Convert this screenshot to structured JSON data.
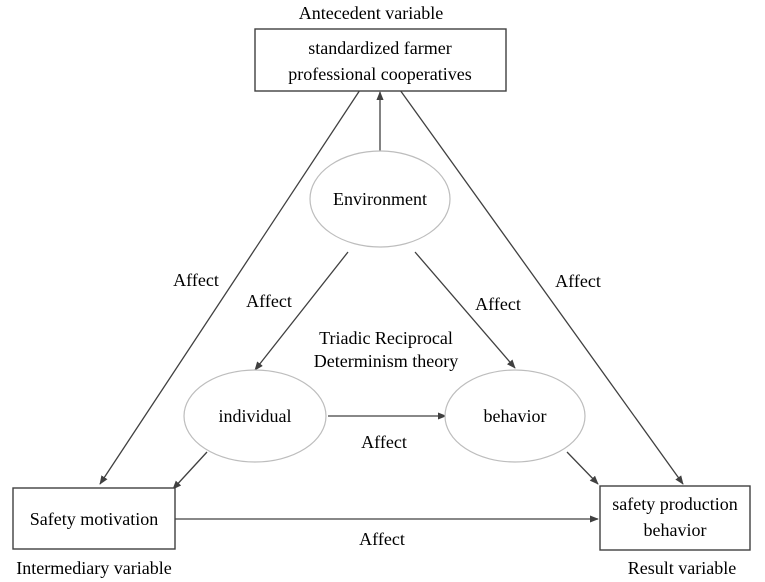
{
  "labels": {
    "antecedent": "Antecedent variable",
    "intermediary": "Intermediary variable",
    "result": "Result variable"
  },
  "nodes": {
    "cooperatives": {
      "line1": "standardized farmer",
      "line2": "professional cooperatives"
    },
    "environment": "Environment",
    "individual": "individual",
    "behavior": "behavior",
    "motivation": "Safety motivation",
    "production": {
      "line1": "safety production",
      "line2": "behavior"
    }
  },
  "theory": {
    "line1": "Triadic Reciprocal",
    "line2": "Determinism theory"
  },
  "edges": {
    "left_outer": "Affect",
    "right_outer": "Affect",
    "env_to_individual": "Affect",
    "env_to_behavior": "Affect",
    "individual_to_behavior": "Affect",
    "motivation_to_production": "Affect"
  },
  "colors": {
    "line": "#404040",
    "ellipse_stroke": "#bdbdbd",
    "text": "#000000",
    "background": "#ffffff"
  }
}
